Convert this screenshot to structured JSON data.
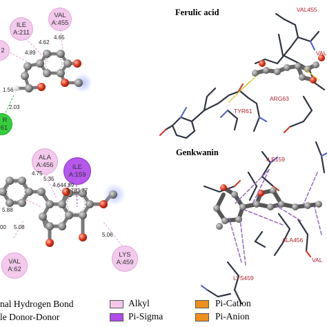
{
  "panels": {
    "ferulic": {
      "title": "Ferulic acid",
      "residues": [
        {
          "label1": "VAL",
          "label2": "A:455"
        },
        {
          "label1": "ILE",
          "label2": "A:211"
        },
        {
          "label1": "",
          "label2": "2"
        },
        {
          "label1": "R",
          "label2": "61"
        }
      ],
      "distances": [
        "4.65",
        "4.62",
        "4.89",
        "1.56",
        "2.03"
      ],
      "protein_labels": [
        "VAL455",
        "VAL",
        "ARG63",
        "TYR61"
      ]
    },
    "genkwanin": {
      "title": "Genkwanin",
      "residues": [
        {
          "label1": "ALA",
          "label2": "A:456"
        },
        {
          "label1": "ILE",
          "label2": "A:159"
        },
        {
          "label1": "VAL",
          "label2": "A:62"
        },
        {
          "label1": "LYS",
          "label2": "A:459"
        }
      ],
      "distances": [
        "4.75",
        "5.35",
        "4.644.89",
        "3.783.77",
        "5.88",
        "00",
        "5.08",
        "5.06"
      ],
      "protein_labels": [
        "ILE159",
        "ALA456",
        "VAL",
        "LYS459"
      ]
    }
  },
  "legend": {
    "items": [
      {
        "label": "nal Hydrogen Bond",
        "color": ""
      },
      {
        "label": "le Donor-Donor",
        "color": ""
      },
      {
        "label": "Alkyl",
        "color": "#f4c6e8"
      },
      {
        "label": "Pi-Sigma",
        "color": "#b24be8"
      },
      {
        "label": "Pi-Cation",
        "color": "#f0901a"
      },
      {
        "label": "Pi-Anion",
        "color": "#f0901a"
      }
    ]
  },
  "colors": {
    "alkyl": "#f3c9ec",
    "pi_sigma": "#b657ee",
    "hbond": "#3ac94a",
    "carbon": "#8a8a8a",
    "oxygen": "#e23a1f"
  }
}
